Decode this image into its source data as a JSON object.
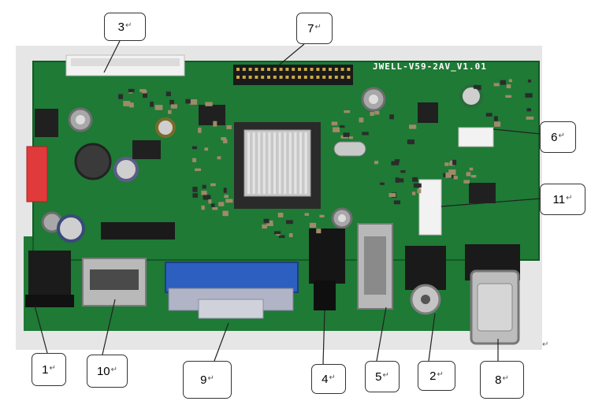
{
  "board": {
    "silkscreen_title": "JWELL-V59-2AV_V1.01",
    "colors": {
      "pcb": "#1e7a35",
      "connector_white": "#f2f2f2",
      "vga_blue": "#2c5fbf",
      "header_red": "#e03a3a"
    }
  },
  "callouts": [
    {
      "id": "1",
      "label": "1",
      "mark": "↵"
    },
    {
      "id": "2",
      "label": "2",
      "mark": "↵"
    },
    {
      "id": "3",
      "label": "3",
      "mark": "↵"
    },
    {
      "id": "4",
      "label": "4",
      "mark": "↵"
    },
    {
      "id": "5",
      "label": "5",
      "mark": "↵"
    },
    {
      "id": "6",
      "label": "6",
      "mark": "↵"
    },
    {
      "id": "7",
      "label": "7",
      "mark": "↵"
    },
    {
      "id": "8",
      "label": "8",
      "mark": "↵"
    },
    {
      "id": "9",
      "label": "9",
      "mark": "↵"
    },
    {
      "id": "10",
      "label": "10",
      "mark": "↵"
    },
    {
      "id": "11",
      "label": "11",
      "mark": "↵"
    }
  ],
  "trailing_mark": "↵"
}
